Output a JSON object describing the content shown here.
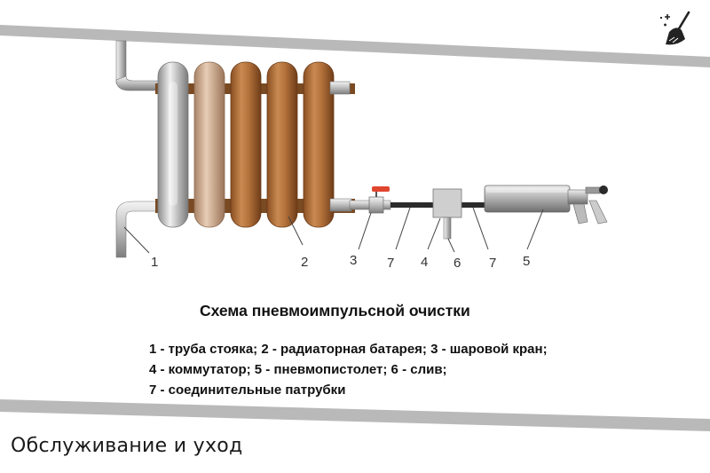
{
  "diagram": {
    "title": "Схема пневмоимпульсной очистки",
    "callouts": [
      "1",
      "2",
      "3",
      "7",
      "4",
      "6",
      "7",
      "5"
    ],
    "legend": [
      "1 - труба стояка; 2 - радиаторная батарея; 3 - шаровой кран;",
      "4 - коммутатор; 5 - пневмопистолет; 6 - слив;",
      "7 - соединительные патрубки"
    ]
  },
  "footer": {
    "text": "Обслуживание и уход"
  },
  "logo": {
    "icon": "broom-sparkle-icon"
  },
  "colors": {
    "band": "#b9b9b9",
    "section_dark": "#b3713a",
    "section_light": "#d8b79a",
    "section_silver": "#c9c9c9",
    "valve_handle": "#e0452f",
    "box": "#cfcfcf"
  }
}
